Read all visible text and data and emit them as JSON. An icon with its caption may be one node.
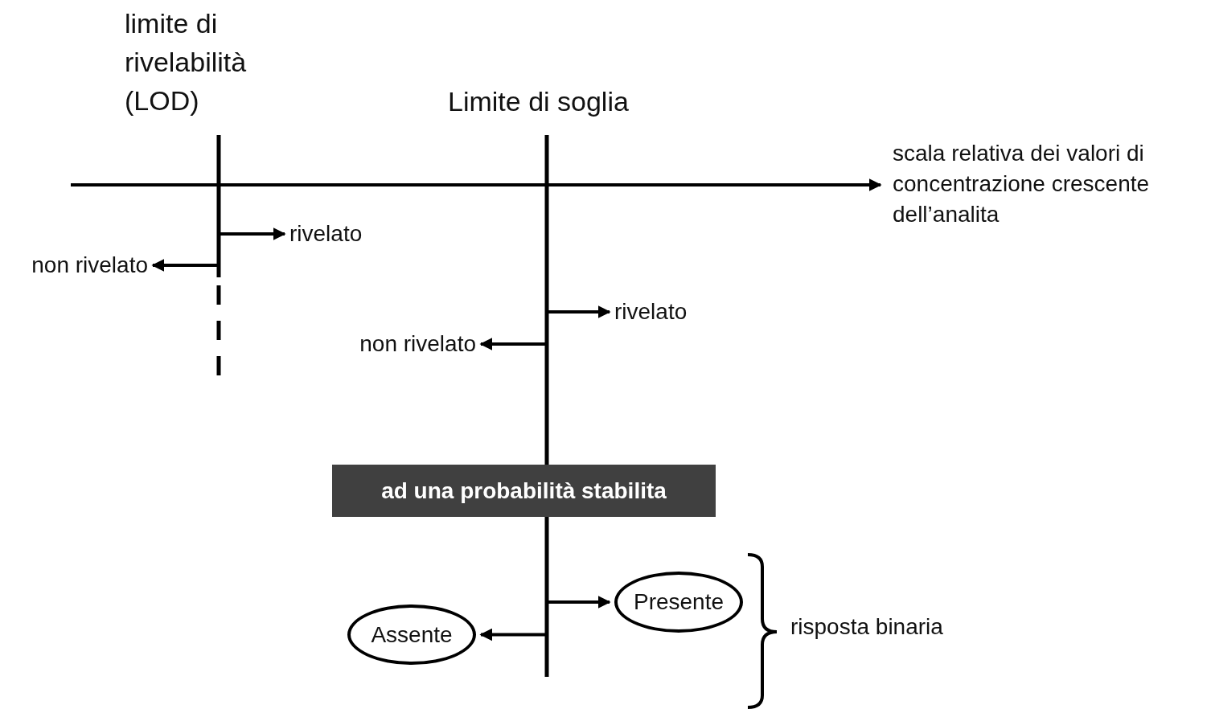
{
  "diagram": {
    "nodes": [
      {
        "text": [
          "rivelato"
        ]
      },
      {
        "text": [
          "non rivelato"
        ]
      },
      {
        "text": [
          "rivelato"
        ]
      },
      {
        "text": [
          "non rivelato"
        ]
      },
      {
        "text": [
          "ad una probabilità stabilita"
        ]
      },
      {
        "text": [
          "Presente"
        ]
      },
      {
        "text": [
          "Assente"
        ]
      }
    ],
    "edges": [
      {
        "from": null,
        "to": 0,
        "arrow": "to"
      },
      {
        "from": null,
        "to": 1,
        "arrow": "to"
      },
      {
        "from": null,
        "to": 2,
        "arrow": "to"
      },
      {
        "from": null,
        "to": 3,
        "arrow": "to"
      },
      {
        "from": null,
        "to": 5,
        "arrow": "to"
      },
      {
        "from": null,
        "to": 6,
        "arrow": "to"
      }
    ],
    "labels": [
      "limite di rivelabilità (LOD)",
      "Limite di soglia",
      "scala relativa dei valori di concentrazione crescente dell’analita",
      "risposta binaria"
    ]
  }
}
